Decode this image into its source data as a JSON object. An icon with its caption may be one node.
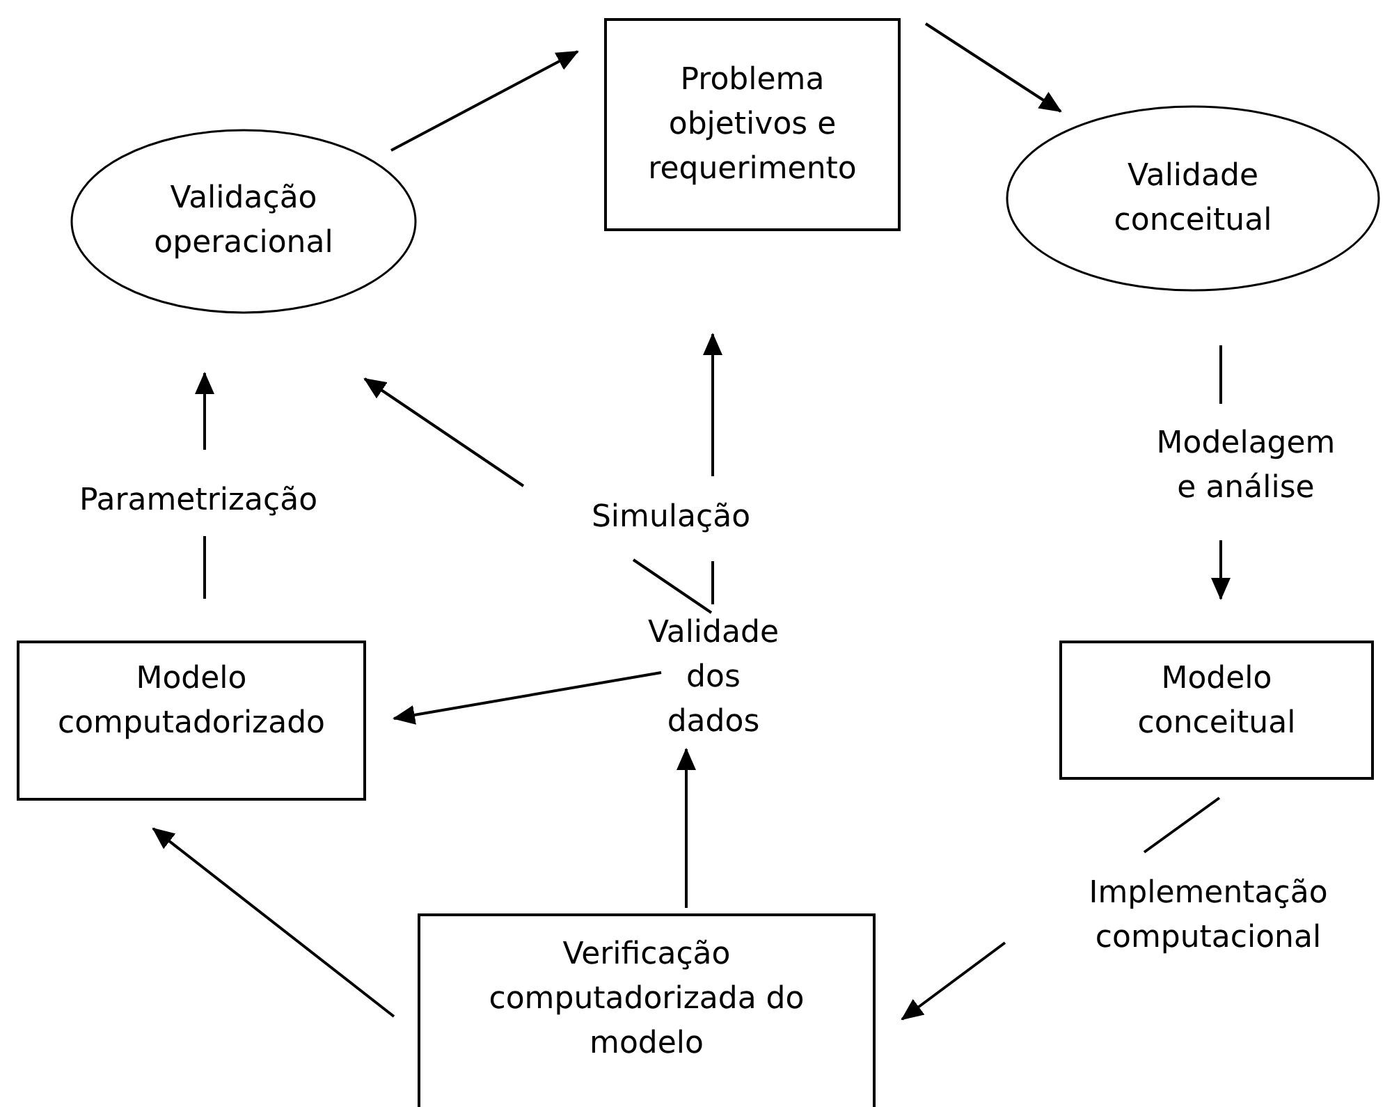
{
  "diagram": {
    "nodes": [
      {
        "text": [
          "Validação operacional"
        ]
      },
      {
        "text": [
          "Problema objetivos e requerimento"
        ]
      },
      {
        "text": [
          "Validade conceitual"
        ]
      },
      {
        "text": [
          "Parametrização"
        ]
      },
      {
        "text": [
          "Simulação"
        ]
      },
      {
        "text": [
          "Validade dos dados"
        ]
      },
      {
        "text": [
          "Modelagem e análise"
        ]
      },
      {
        "text": [
          "Modelo computadorizado"
        ]
      },
      {
        "text": [
          "Modelo conceitual"
        ]
      },
      {
        "text": [
          "Implementação computacional"
        ]
      },
      {
        "text": [
          "Verificação computadorizada do modelo"
        ]
      }
    ],
    "edges": [
      {
        "from": 0,
        "to": 1,
        "arrow": "to"
      },
      {
        "from": 1,
        "to": 2,
        "arrow": "to"
      },
      {
        "from": 2,
        "to": 6,
        "arrow": "none"
      },
      {
        "from": 6,
        "to": 8,
        "arrow": "to"
      },
      {
        "from": 8,
        "to": 9,
        "arrow": "none"
      },
      {
        "from": 9,
        "to": 10,
        "arrow": "to"
      },
      {
        "from": 10,
        "to": 7,
        "arrow": "to"
      },
      {
        "from": 10,
        "to": 5,
        "arrow": "to"
      },
      {
        "from": 5,
        "to": 7,
        "arrow": "to"
      },
      {
        "from": 7,
        "to": 3,
        "arrow": "none"
      },
      {
        "from": 3,
        "to": 0,
        "arrow": "to"
      },
      {
        "from": 4,
        "to": 0,
        "arrow": "to"
      },
      {
        "from": 4,
        "to": 1,
        "arrow": "to"
      },
      {
        "from": 5,
        "to": 4,
        "arrow": "none"
      },
      {
        "from": 5,
        "to": 4,
        "arrow": "none"
      }
    ]
  }
}
